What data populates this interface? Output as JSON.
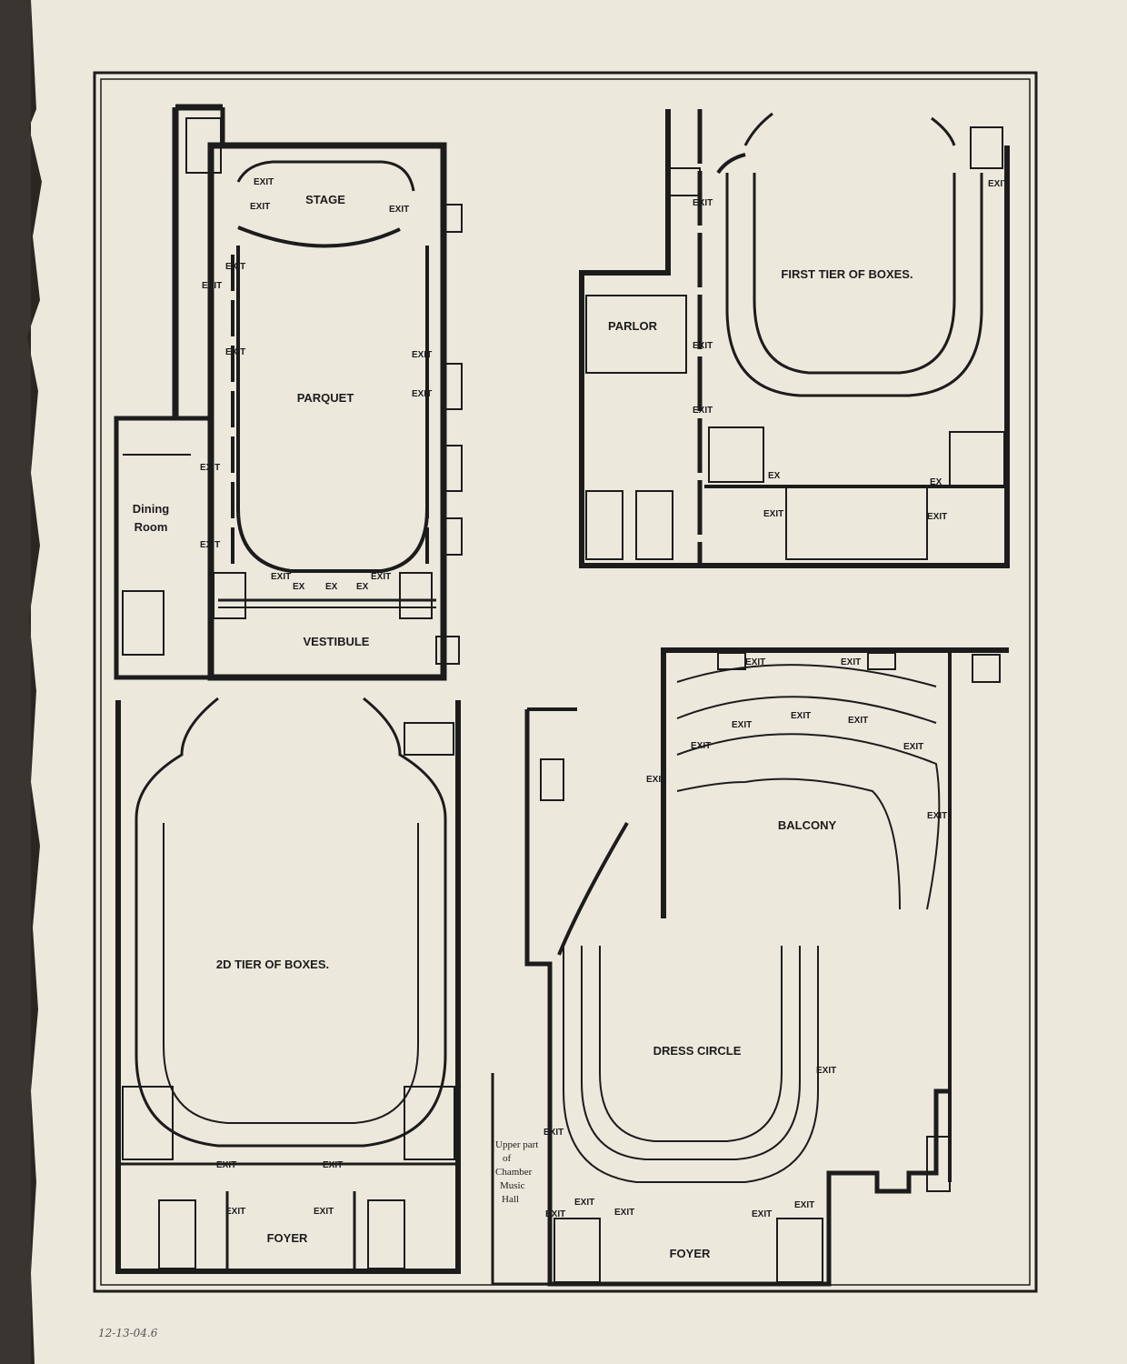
{
  "colors": {
    "paper": "#ece8dc",
    "ink": "#1c1c1c",
    "spine": "#3a3530",
    "pencil": "#555555"
  },
  "plans": {
    "parquet": {
      "stage": "STAGE",
      "parquet": "PARQUET",
      "vestibule": "VESTIBULE",
      "dining_room_1": "Dining",
      "dining_room_2": "Room",
      "exit": "EXIT",
      "ex": "EX"
    },
    "first_tier": {
      "title": "FIRST TIER OF BOXES.",
      "parlor": "PARLOR",
      "exit": "EXIT",
      "ex": "EX"
    },
    "second_tier": {
      "title": "2D TIER OF BOXES.",
      "foyer": "FOYER",
      "exit": "EXIT"
    },
    "balcony": {
      "title": "BALCONY",
      "dress_circle": "DRESS CIRCLE",
      "foyer": "FOYER",
      "exit": "EXIT",
      "chamber_note": [
        "Upper part",
        "of",
        "Chamber",
        "Music",
        "Hall"
      ]
    }
  },
  "annotation": "12-13-04.6"
}
